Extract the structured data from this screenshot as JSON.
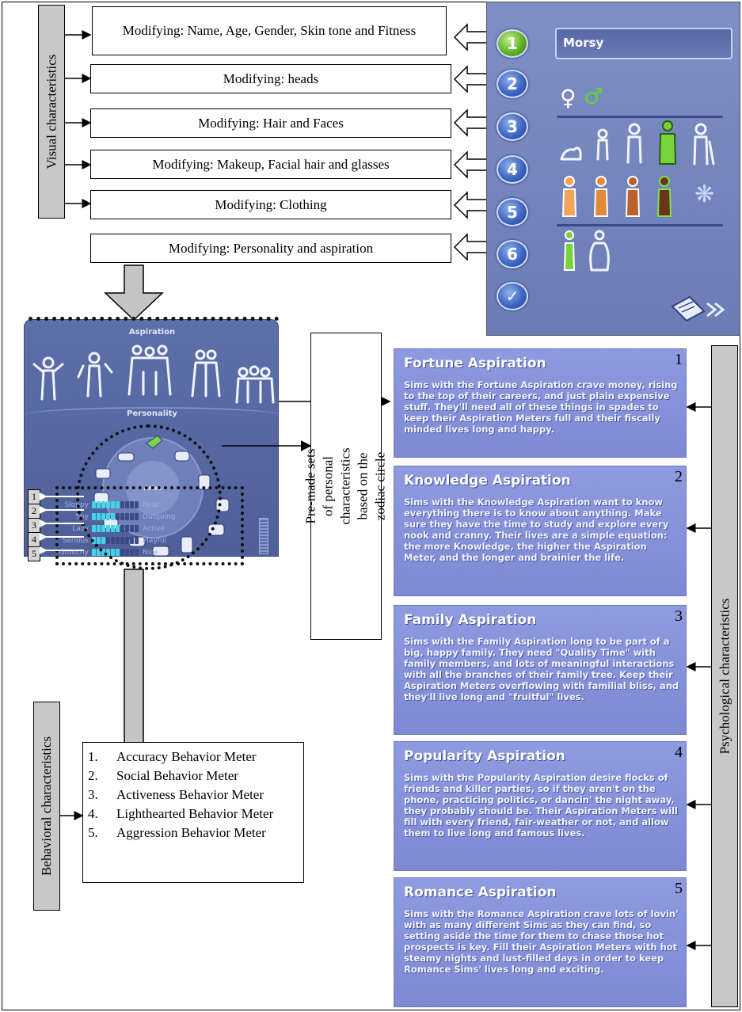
{
  "visual": {
    "side_label": "Visual characteristics",
    "boxes": [
      "Modifying: Name, Age, Gender, Skin tone and Fitness",
      "Modifying: heads",
      "Modifying: Hair and Faces",
      "Modifying: Makeup, Facial hair and glasses",
      "Modifying: Clothing",
      "Modifying: Personality and aspiration"
    ]
  },
  "sims_panel": {
    "name_value": "Morsy",
    "step_buttons": [
      "1",
      "2",
      "3",
      "4",
      "5",
      "6",
      "✓"
    ],
    "active_step": "1",
    "gender_female": "♀",
    "gender_male": "♂",
    "flower_icon": "❋"
  },
  "personality_panel": {
    "aspiration_title": "Aspiration",
    "personality_title": "Personality",
    "center_sign": "Aries",
    "meter_numbers": [
      "1",
      "2",
      "3",
      "4",
      "5"
    ],
    "meters": [
      {
        "left": "Sloppy",
        "right": "Neat",
        "level": 0.6
      },
      {
        "left": "Shy",
        "right": "Outgoing",
        "level": 0.5
      },
      {
        "left": "Lazy",
        "right": "Active",
        "level": 0.6
      },
      {
        "left": "Serious",
        "right": "Playful",
        "level": 0.3
      },
      {
        "left": "Grouchy",
        "right": "Nice",
        "level": 0.6
      }
    ]
  },
  "zodiac_label": "Pre-made sets of personal characteristics based on the zodiac circle",
  "psych_label": "Psychological characteristics",
  "behavioral": {
    "side_label": "Behavioral characteristics",
    "items": [
      {
        "n": "1.",
        "t": "Accuracy Behavior Meter"
      },
      {
        "n": "2.",
        "t": "Social Behavior Meter"
      },
      {
        "n": "3.",
        "t": "Activeness Behavior Meter"
      },
      {
        "n": "4.",
        "t": "Lighthearted Behavior Meter"
      },
      {
        "n": "5.",
        "t": "Aggression Behavior Meter"
      }
    ]
  },
  "aspirations": [
    {
      "num": "1",
      "title": "Fortune Aspiration",
      "text": "Sims with the Fortune Aspiration crave money, rising to the top of their careers, and just plain expensive stuff. They'll need all of these things in spades to keep their Aspiration Meters full and their fiscally minded lives long and happy."
    },
    {
      "num": "2",
      "title": "Knowledge Aspiration",
      "text": "Sims with the Knowledge Aspiration want to know everything there is to know about anything. Make sure they have the time to study and explore every nook and cranny. Their lives are a simple equation: the more Knowledge, the higher the Aspiration Meter, and the longer and brainier the life."
    },
    {
      "num": "3",
      "title": "Family Aspiration",
      "text": "Sims with the Family Aspiration long to be part of a big, happy family. They need \"Quality Time\" with family members, and lots of meaningful interactions with all the branches of their family tree. Keep their Aspiration Meters overflowing with familial bliss, and they'll live long and \"fruitful\" lives."
    },
    {
      "num": "4",
      "title": "Popularity Aspiration",
      "text": "Sims with the Popularity Aspiration desire flocks of friends and killer parties, so if they aren't on the phone, practicing politics, or dancin' the night away, they probably should be. Their Aspiration Meters will fill with every friend, fair-weather or not, and allow them to live long and famous lives."
    },
    {
      "num": "5",
      "title": "Romance Aspiration",
      "text": "Sims with the Romance Aspiration crave lots of lovin' with as many different Sims as they can find, so setting aside the time for them to chase those hot prospects is key. Fill their Aspiration Meters with hot steamy nights and lust-filled days in order to keep Romance Sims' lives long and exciting."
    }
  ]
}
